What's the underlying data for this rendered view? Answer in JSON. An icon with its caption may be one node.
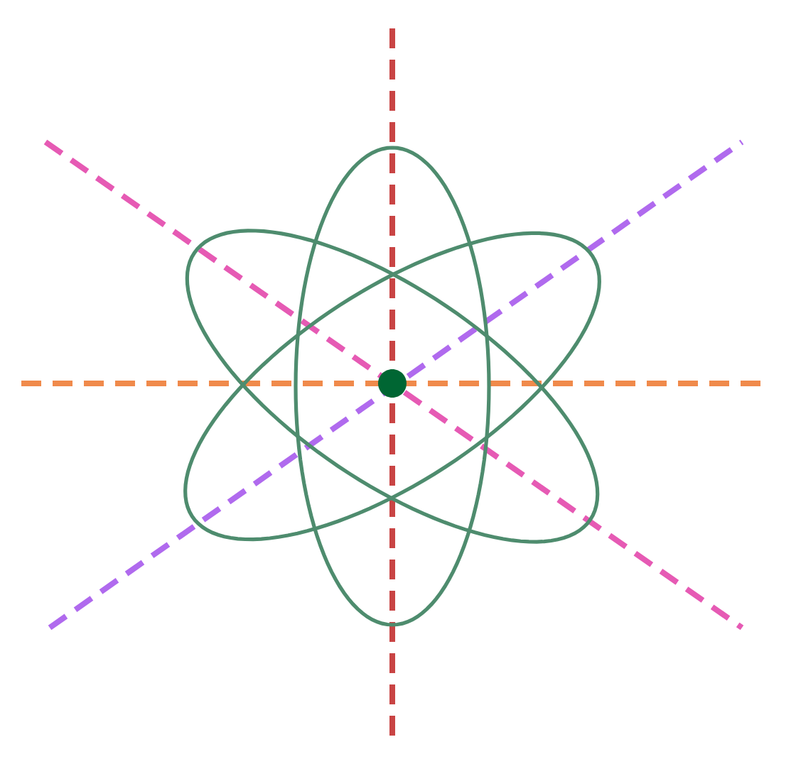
{
  "diagram": {
    "nodes": [
      {
        "text": [],
        "shape": "ellipse"
      },
      {
        "text": [],
        "shape": "ellipse"
      },
      {
        "text": [],
        "shape": "ellipse"
      },
      {
        "text": [],
        "shape": "circle"
      }
    ]
  }
}
